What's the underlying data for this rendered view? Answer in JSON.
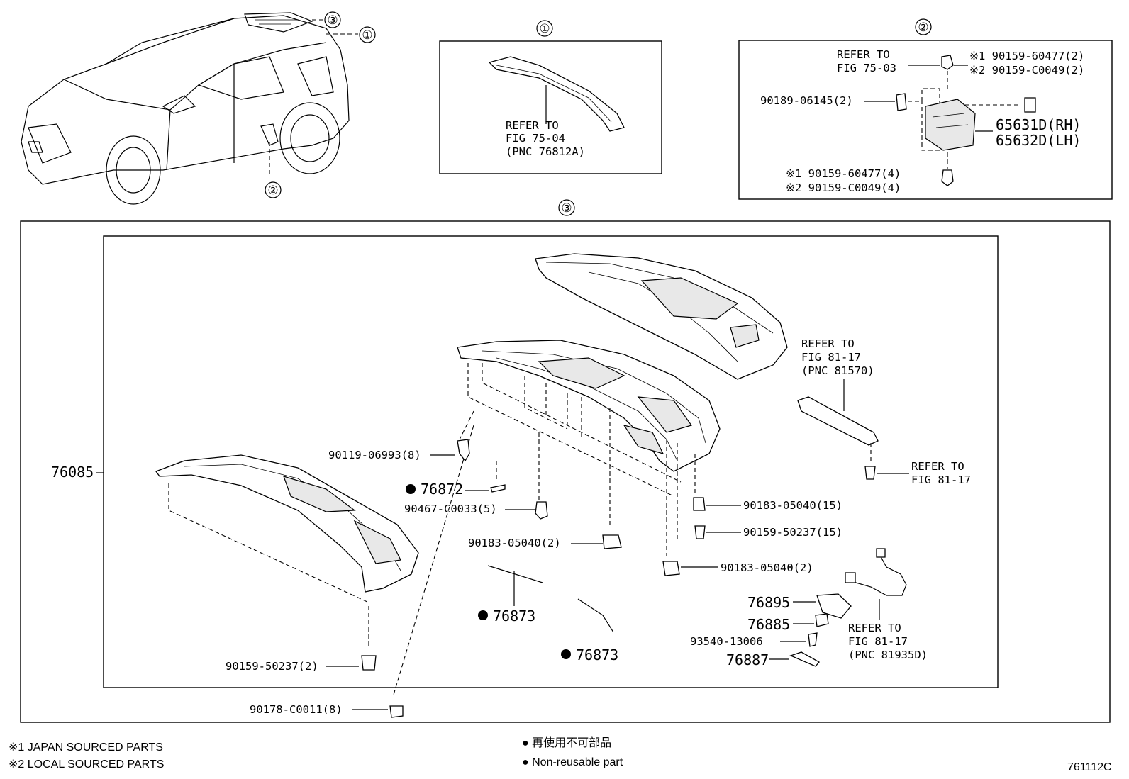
{
  "labels": {
    "ref_1": "REFER TO",
    "ref_1b": "FIG 75-04",
    "ref_1c": "(PNC 76812A)",
    "ref_2": "REFER TO",
    "ref_2b": "FIG 75-03",
    "p2_a1": "※1 90159-60477(2)",
    "p2_a2": "※2 90159-C0049(2)",
    "p2_b": "90189-06145(2)",
    "p2_rh": "65631D(RH)",
    "p2_lh": "65632D(LH)",
    "p2_c1": "※1 90159-60477(4)",
    "p2_c2": "※2 90159-C0049(4)",
    "ref_3": "REFER TO",
    "ref_3b": "FIG 81-17",
    "ref_3c": "(PNC 81570)",
    "ref_4": "REFER TO",
    "ref_4b": "FIG 81-17",
    "main_part": "76085",
    "p_90119": "90119-06993(8)",
    "p_76872": "76872",
    "p_90467": "90467-C0033(5)",
    "p_90183a": "90183-05040(2)",
    "p_90183b": "90183-05040(15)",
    "p_90159a": "90159-50237(15)",
    "p_90183c": "90183-05040(2)",
    "p_76873a": "76873",
    "p_76873b": "76873",
    "p_76895": "76895",
    "p_76885": "76885",
    "p_93540": "93540-13006",
    "p_76887": "76887",
    "ref_5": "REFER TO",
    "ref_5b": "FIG 81-17",
    "ref_5c": "(PNC 81935D)",
    "p_90159b": "90159-50237(2)",
    "p_90178": "90178-C0011(8)"
  },
  "circled": {
    "c1": "①",
    "c2": "②",
    "c3": "③"
  },
  "footer": {
    "note1": "※1  JAPAN SOURCED PARTS",
    "note2": "※2  LOCAL SOURCED PARTS",
    "legend_jp": "● 再使用不可部品",
    "legend_en": "● Non-reusable part",
    "figure_id": "761112C"
  }
}
